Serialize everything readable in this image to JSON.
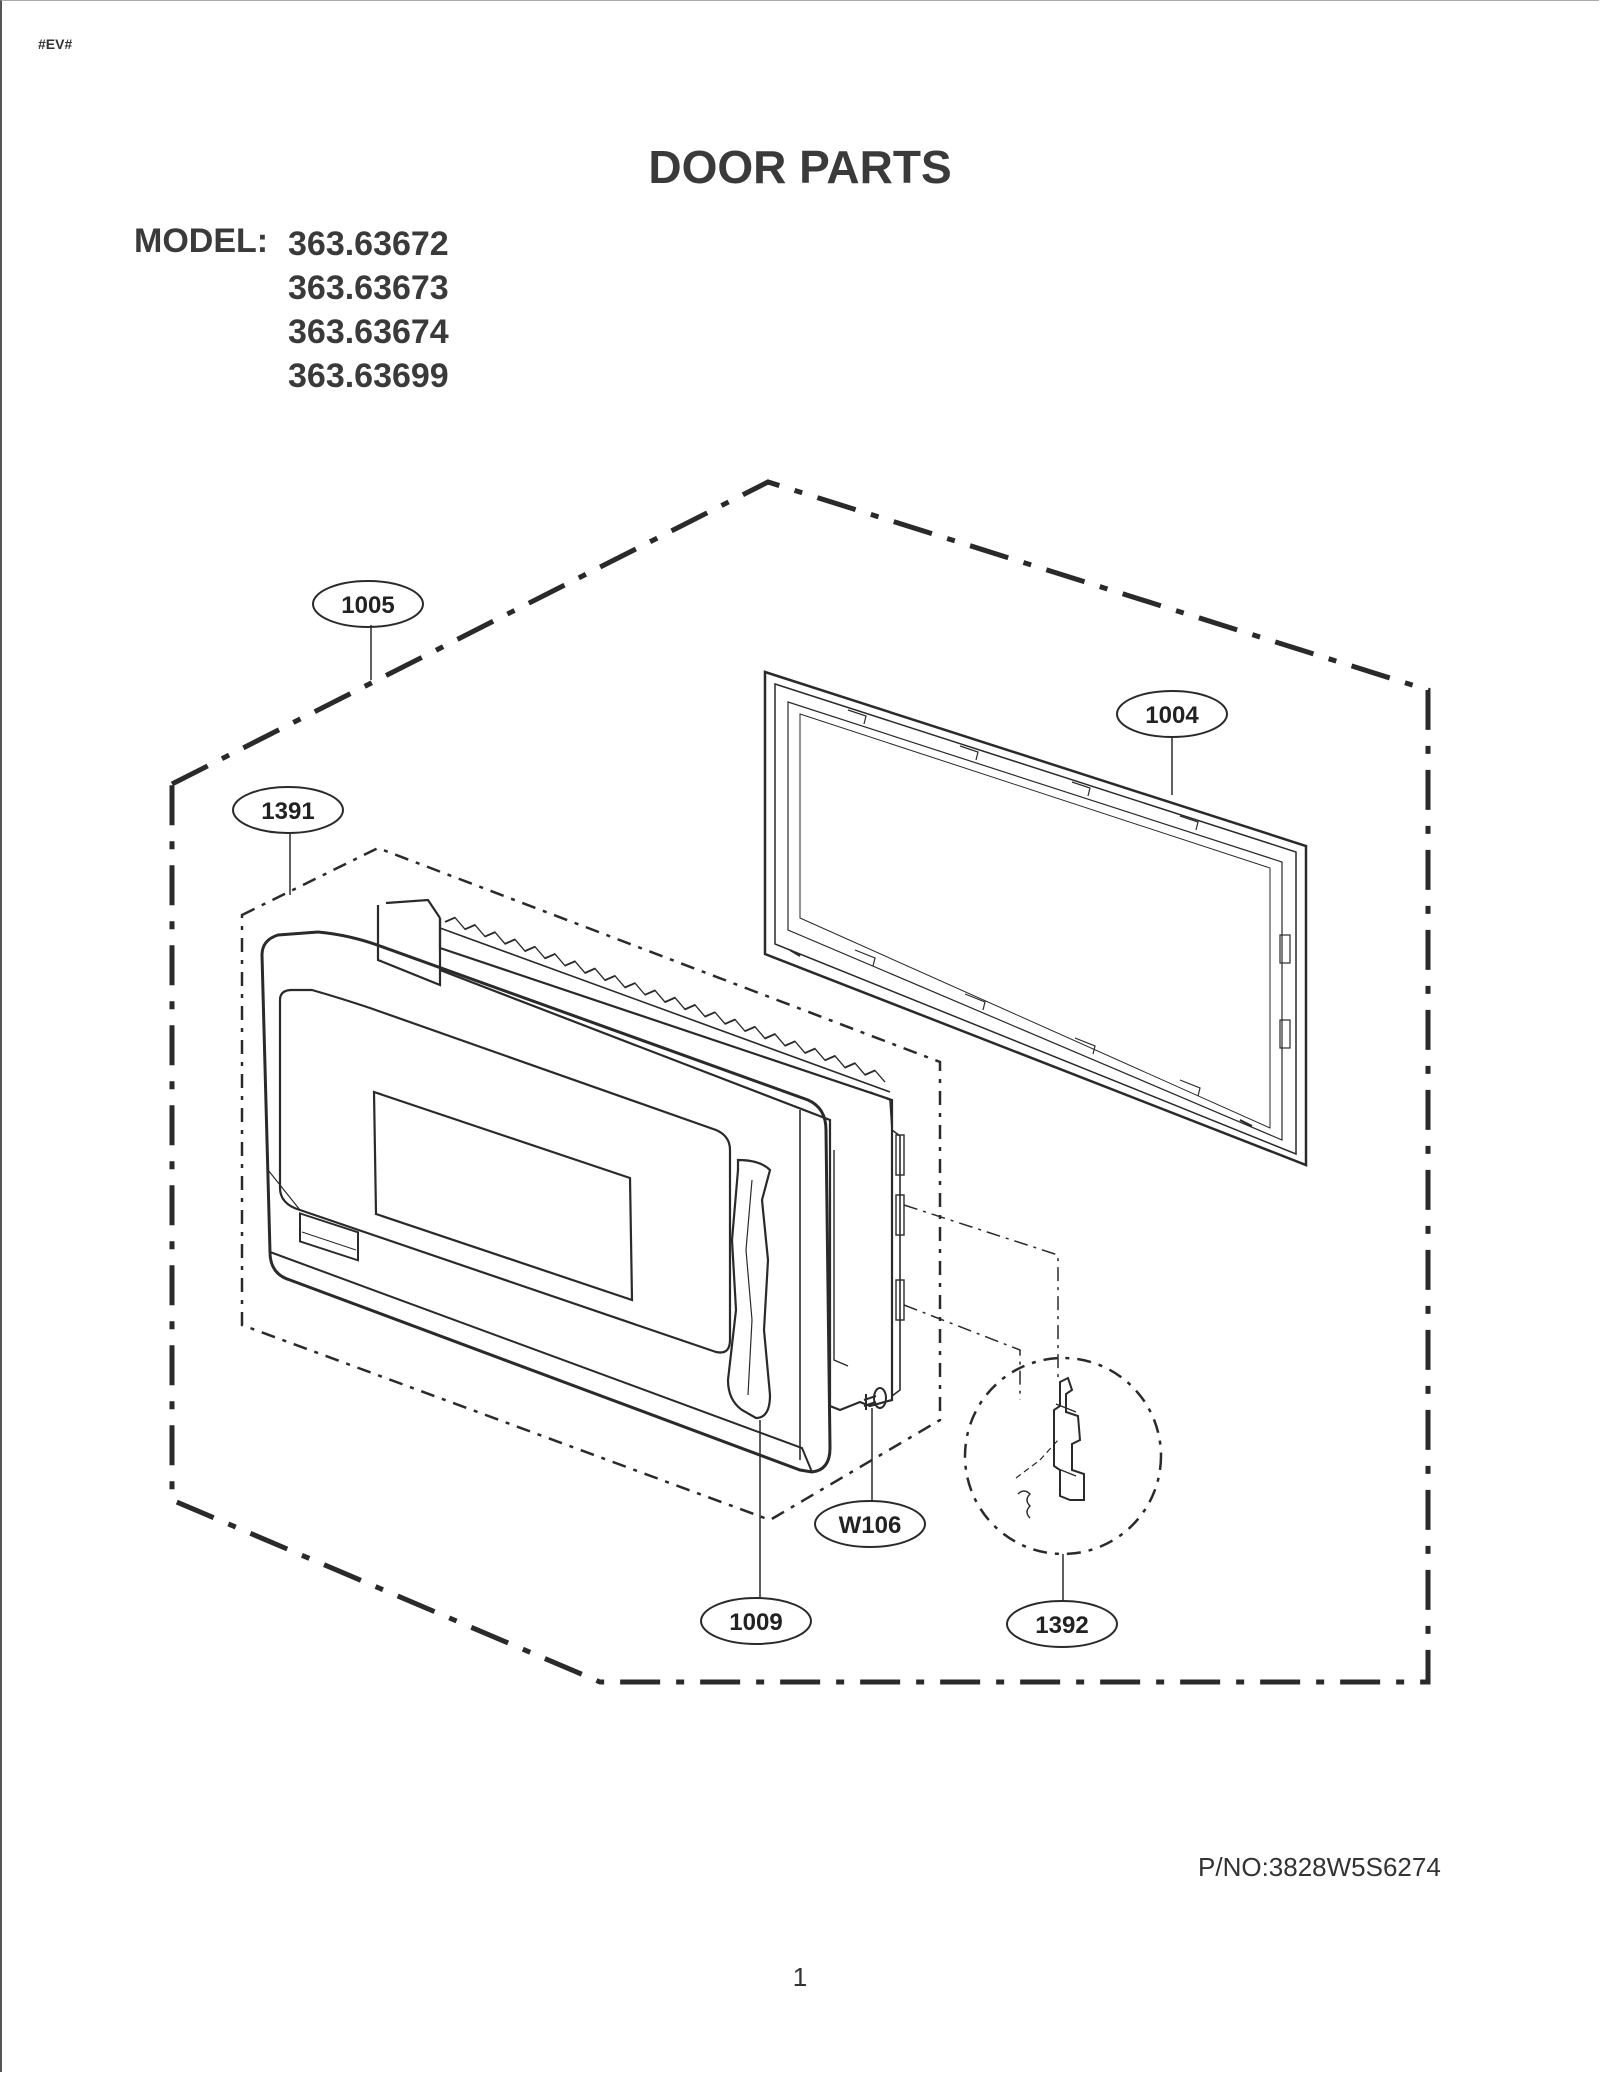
{
  "header": {
    "code": "#EV#",
    "title": "DOOR PARTS"
  },
  "model": {
    "label": "MODEL:",
    "numbers": [
      "363.63672",
      "363.63673",
      "363.63674",
      "363.63699"
    ]
  },
  "callouts": {
    "c1005": "1005",
    "c1004": "1004",
    "c1391": "1391",
    "w106": "W106",
    "c1009": "1009",
    "c1392": "1392"
  },
  "footer": {
    "part_number": "P/NO:3828W5S6274",
    "page": "1"
  },
  "colors": {
    "line": "#2a2a2a",
    "text": "#3a3a3a"
  }
}
